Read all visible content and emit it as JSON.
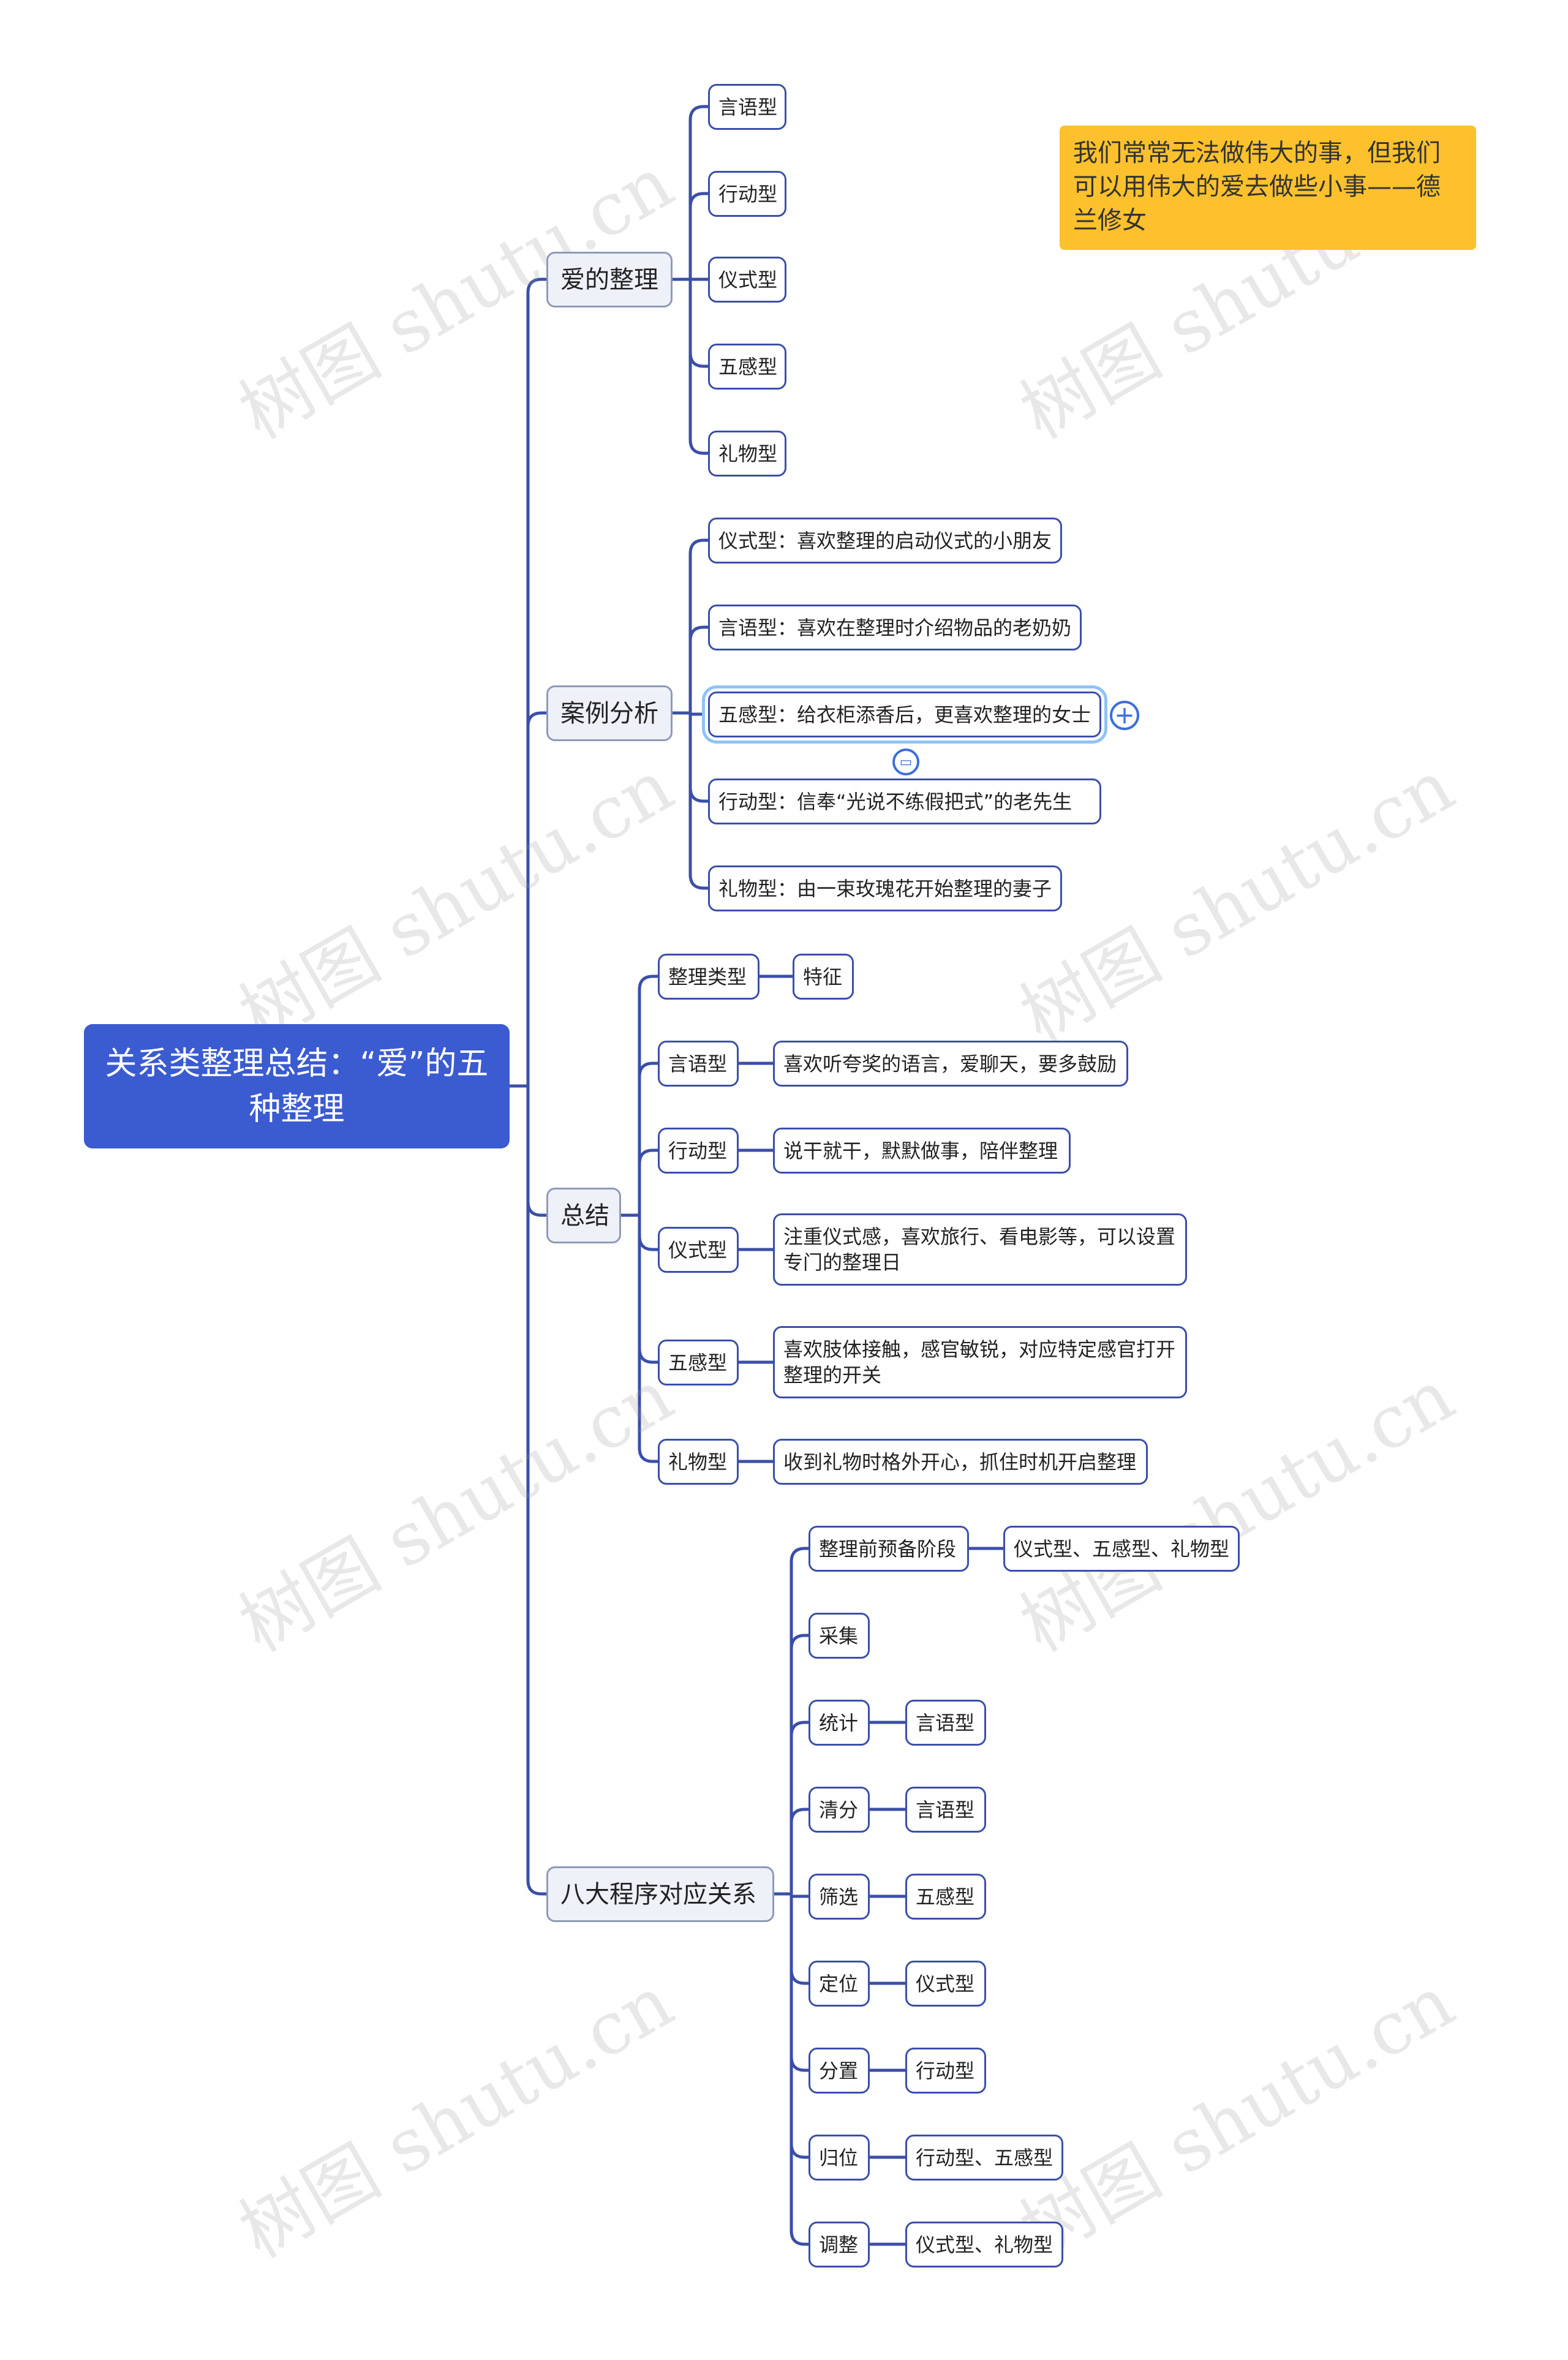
{
  "diagram": {
    "root": "关系类整理总结：“爱”的五种整理",
    "note": "我们常常无法做伟大的事，但我们可以用伟大的爱去做些小事——德兰修女",
    "watermark": "树图 shutu.cn",
    "branches": {
      "love": {
        "title": "爱的整理",
        "items": [
          "言语型",
          "行动型",
          "仪式型",
          "五感型",
          "礼物型"
        ]
      },
      "cases": {
        "title": "案例分析",
        "items": [
          "仪式型：喜欢整理的启动仪式的小朋友",
          "言语型：喜欢在整理时介绍物品的老奶奶",
          "五感型：给衣柜添香后，更喜欢整理的女士",
          "行动型：信奉“光说不练假把式”的老先生",
          "礼物型：由一束玫瑰花开始整理的妻子"
        ]
      },
      "summary": {
        "title": "总结",
        "rows": [
          {
            "type": "整理类型",
            "desc": "特征"
          },
          {
            "type": "言语型",
            "desc": "喜欢听夸奖的语言，爱聊天，要多鼓励"
          },
          {
            "type": "行动型",
            "desc": "说干就干，默默做事，陪伴整理"
          },
          {
            "type": "仪式型",
            "desc": "注重仪式感，喜欢旅行、看电影等，可以设置专门的整理日"
          },
          {
            "type": "五感型",
            "desc": "喜欢肢体接触，感官敏锐，对应特定感官打开整理的开关"
          },
          {
            "type": "礼物型",
            "desc": "收到礼物时格外开心，抓住时机开启整理"
          }
        ]
      },
      "procedures": {
        "title": "八大程序对应关系",
        "rows": [
          {
            "step": "整理前预备阶段",
            "type": "仪式型、五感型、礼物型"
          },
          {
            "step": "采集",
            "type": ""
          },
          {
            "step": "统计",
            "type": "言语型"
          },
          {
            "step": "清分",
            "type": "言语型"
          },
          {
            "step": "筛选",
            "type": "五感型"
          },
          {
            "step": "定位",
            "type": "仪式型"
          },
          {
            "step": "分置",
            "type": "行动型"
          },
          {
            "step": "归位",
            "type": "行动型、五感型"
          },
          {
            "step": "调整",
            "type": "仪式型、礼物型"
          }
        ]
      }
    }
  }
}
